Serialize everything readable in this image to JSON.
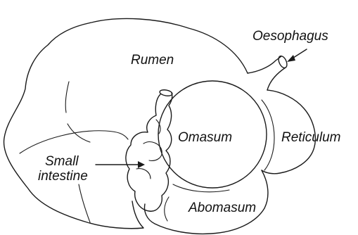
{
  "labels": {
    "rumen": "Rumen",
    "oesophagus": "Oesophagus",
    "omasum": "Omasum",
    "reticulum": "Reticulum",
    "small_intestine_line1": "Small",
    "small_intestine_line2": "intestine",
    "abomasum": "Abomasum"
  },
  "colors": {
    "stroke": "#1a1a1a",
    "text": "#111111",
    "background": "#ffffff"
  }
}
